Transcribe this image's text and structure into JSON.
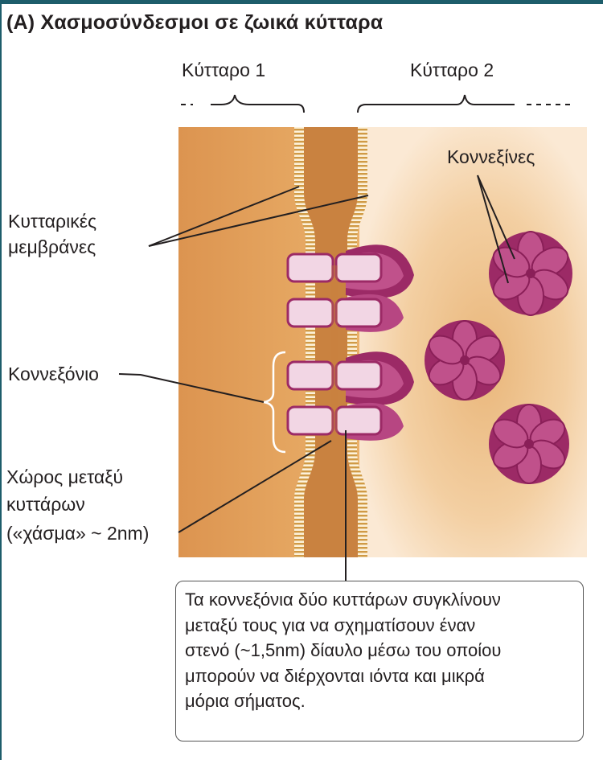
{
  "title": "(A) Χασμοσύνδεσμοι σε ζωικά κύτταρα",
  "labels": {
    "cell1": "Κύτταρο 1",
    "cell2": "Κύτταρο 2",
    "connexins": "Κοννεξίνες",
    "membranes_line1": "Κυτταρικές",
    "membranes_line2": "μεμβράνες",
    "connexon": "Κοννεξόνιο",
    "space_line1": "Χώρος μεταξύ",
    "space_line2": "κυττάρων",
    "space_line3": "(«χάσμα» ~ 2nm)"
  },
  "callout": {
    "line1": "Τα κοννεξόνια δύο κυττάρων συγκλίνουν",
    "line2": "μεταξύ τους για να σχηματίσουν έναν",
    "line3": "στενό (~1,5nm) δίαυλο μέσω του οποίου",
    "line4": "μπορούν να διέρχονται ιόντα και μικρά",
    "line5": "μόρια σήματος."
  },
  "colors": {
    "cell1_fill": "#e7a55e",
    "cell2_fill": "#f6d8b2",
    "membrane": "#d8a04a",
    "connexin_dark": "#9c2a66",
    "connexin_mid": "#c0518b",
    "connexin_light": "#efc7dc",
    "frame": "#1d5d6b"
  }
}
